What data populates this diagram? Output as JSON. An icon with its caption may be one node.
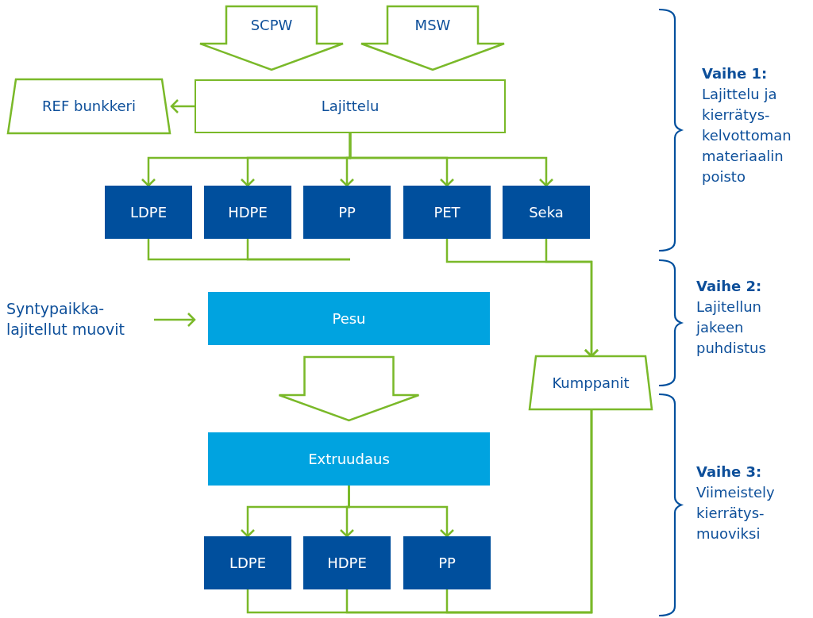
{
  "diagram": {
    "nodes": [
      {
        "text": [
          "SCPW"
        ]
      },
      {
        "text": [
          "MSW"
        ]
      },
      {
        "text": [
          "REF bunkkeri"
        ]
      },
      {
        "text": [
          "Lajittelu"
        ]
      },
      {
        "text": [
          "LDPE"
        ]
      },
      {
        "text": [
          "HDPE"
        ]
      },
      {
        "text": [
          "PP"
        ]
      },
      {
        "text": [
          "PET"
        ]
      },
      {
        "text": [
          "Seka"
        ]
      },
      {
        "text": [
          "Syntypaikka-lajitellut muovit"
        ]
      },
      {
        "text": [
          "Pesu"
        ]
      },
      {
        "text": [
          "Kumppanit"
        ]
      },
      {
        "text": [
          "Extruudaus"
        ]
      },
      {
        "text": [
          "LDPE"
        ]
      },
      {
        "text": [
          "HDPE"
        ]
      },
      {
        "text": [
          "PP"
        ]
      }
    ],
    "edges": [
      {
        "from": 3,
        "to": 2,
        "arrow": "to"
      },
      {
        "from": 3,
        "to": 4,
        "arrow": "to"
      },
      {
        "from": 3,
        "to": 5,
        "arrow": "to"
      },
      {
        "from": 3,
        "to": 6,
        "arrow": "to"
      },
      {
        "from": 3,
        "to": 7,
        "arrow": "to"
      },
      {
        "from": 3,
        "to": 8,
        "arrow": "to"
      },
      {
        "from": 4,
        "to": null,
        "arrow": "none"
      },
      {
        "from": 5,
        "to": null,
        "arrow": "none"
      },
      {
        "from": 7,
        "to": 11,
        "arrow": "to"
      },
      {
        "from": 8,
        "to": 11,
        "arrow": "to"
      },
      {
        "from": 9,
        "to": 10,
        "arrow": "to"
      },
      {
        "from": 10,
        "to": 12,
        "arrow": "to",
        "style": "thick"
      },
      {
        "from": 12,
        "to": 13,
        "arrow": "to"
      },
      {
        "from": 12,
        "to": 14,
        "arrow": "to"
      },
      {
        "from": 12,
        "to": 15,
        "arrow": "to"
      },
      {
        "from": 13,
        "to": 11,
        "arrow": "none"
      },
      {
        "from": 14,
        "to": 11,
        "arrow": "none"
      },
      {
        "from": 15,
        "to": 11,
        "arrow": "none"
      }
    ],
    "labels": [
      "Vaihe 1:",
      "Lajittelu ja kierrätys-kelvottoman materiaalin poisto",
      "Vaihe 2:",
      "Lajitellun jakeen puhdistus",
      "Vaihe 3:",
      "Viimeistely kierrätys-muoviksi"
    ]
  }
}
